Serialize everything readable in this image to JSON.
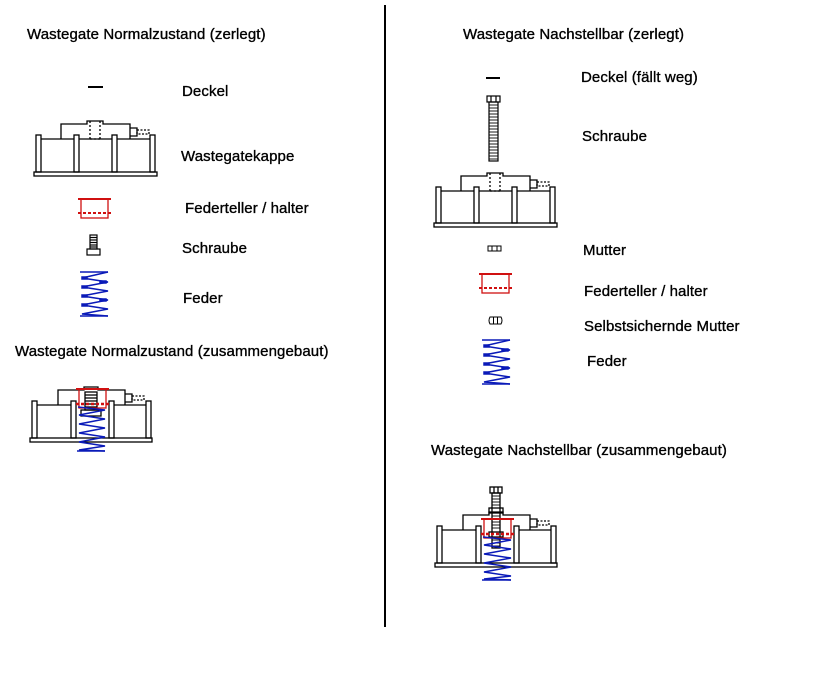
{
  "colors": {
    "line": "#000000",
    "spring_plate": "#d01010",
    "spring": "#0a1ab8",
    "background": "#ffffff"
  },
  "left": {
    "disassembled": {
      "title": "Wastegate Normalzustand (zerlegt)",
      "parts": [
        {
          "label": "Deckel",
          "icon": "cover-icon"
        },
        {
          "label": "Wastegatekappe",
          "icon": "wastegate-cap-icon"
        },
        {
          "label": "Federteller / halter",
          "icon": "spring-plate-icon"
        },
        {
          "label": "Schraube",
          "icon": "screw-icon"
        },
        {
          "label": "Feder",
          "icon": "spring-icon"
        }
      ]
    },
    "assembled": {
      "title": "Wastegate Normalzustand (zusammengebaut)",
      "icon": "assembled-wastegate-icon"
    }
  },
  "right": {
    "disassembled": {
      "title": "Wastegate Nachstellbar (zerlegt)",
      "parts": [
        {
          "label": "Deckel (fällt weg)",
          "icon": "cover-icon"
        },
        {
          "label": "Schraube",
          "icon": "long-bolt-icon"
        },
        {
          "label": "",
          "icon": "wastegate-cap-icon"
        },
        {
          "label": "Mutter",
          "icon": "nut-icon"
        },
        {
          "label": "Federteller / halter",
          "icon": "spring-plate-icon"
        },
        {
          "label": "Selbstsichernde Mutter",
          "icon": "lock-nut-icon"
        },
        {
          "label": "Feder",
          "icon": "spring-icon"
        }
      ]
    },
    "assembled": {
      "title": "Wastegate Nachstellbar (zusammengebaut)",
      "icon": "assembled-adjustable-wastegate-icon"
    }
  }
}
